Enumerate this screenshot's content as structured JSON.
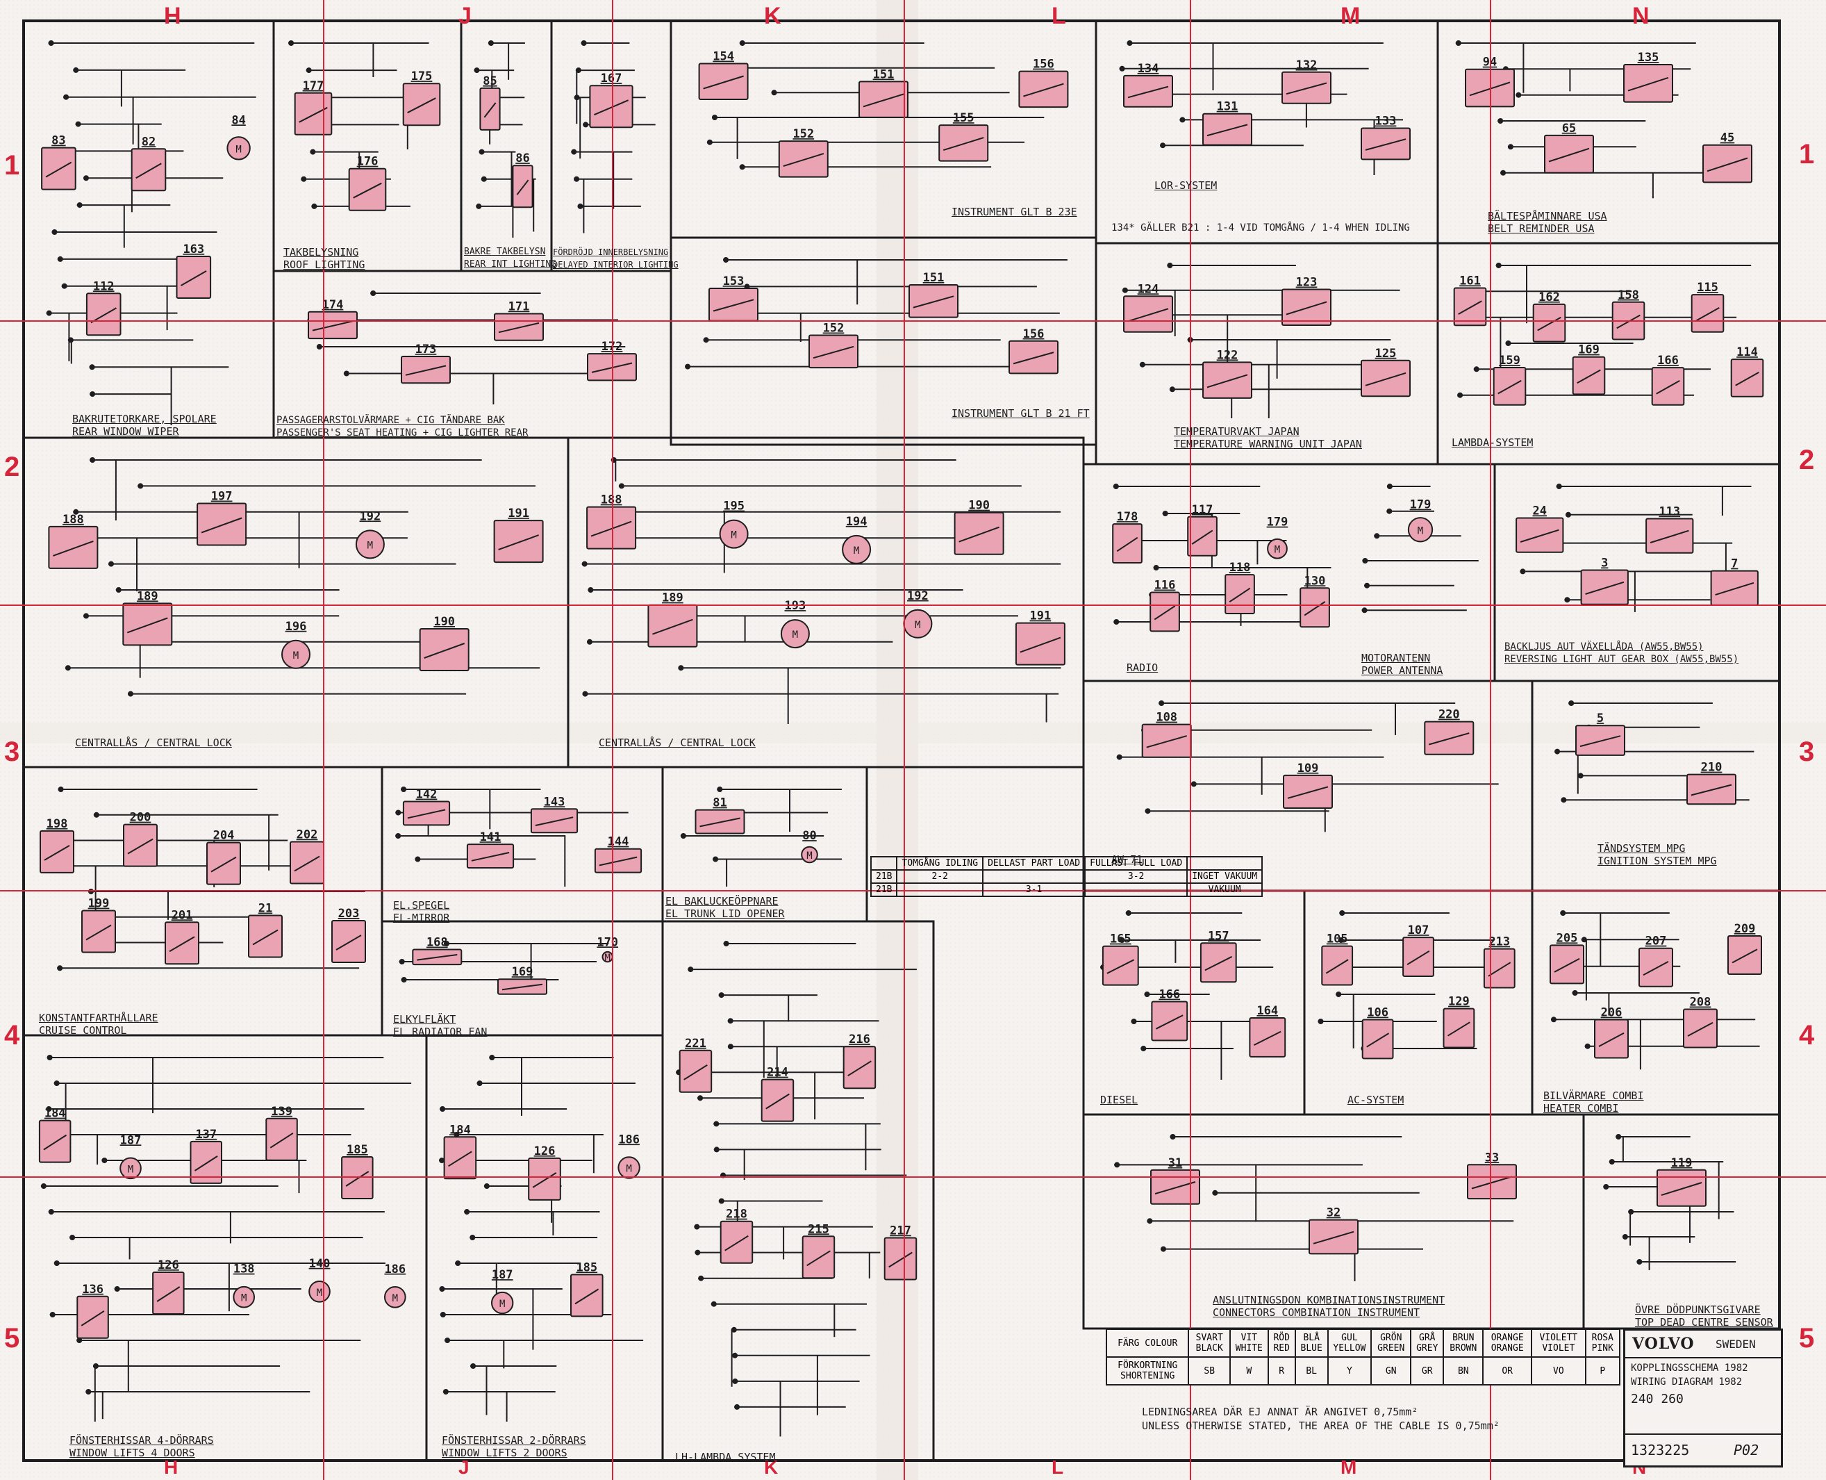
{
  "grid": {
    "columns": [
      "H",
      "J",
      "K",
      "L",
      "M",
      "N"
    ],
    "bottom_columns": [
      "H",
      "J",
      "K",
      "L",
      "M",
      "N"
    ],
    "rows": [
      "1",
      "2",
      "3",
      "4",
      "5"
    ],
    "grid_color": "#d6243a",
    "component_color": "#e9a3b2",
    "line_color": "#1e1e20"
  },
  "sections": [
    {
      "id": "rear-wiper",
      "lines": [
        "BAKRUTETORKARE, SPOLARE",
        "REAR WINDOW WIPER"
      ],
      "components": [
        "83",
        "112",
        "82",
        "163",
        "84"
      ]
    },
    {
      "id": "roof-lighting",
      "lines": [
        "TAKBELYSNING",
        "ROOF LIGHTING"
      ],
      "components": [
        "177",
        "176",
        "175"
      ]
    },
    {
      "id": "rear-int-lighting",
      "lines": [
        "BAKRE TAKBELYSN",
        "REAR INT LIGHTING"
      ],
      "components": [
        "85",
        "86"
      ]
    },
    {
      "id": "delayed-interior",
      "lines": [
        "FÖRDRÖJD INNERBELYSNING",
        "DELAYED INTERIOR LIGHTING"
      ],
      "components": [
        "167"
      ]
    },
    {
      "id": "instrument-b23e",
      "lines": [
        "INSTRUMENT GLT B 23E"
      ],
      "components": [
        "154",
        "152",
        "151",
        "155",
        "156"
      ]
    },
    {
      "id": "instrument-b21ft",
      "lines": [
        "INSTRUMENT GLT B 21 FT"
      ],
      "components": [
        "153",
        "152",
        "151",
        "156"
      ]
    },
    {
      "id": "lor-system",
      "lines": [
        "LOR-SYSTEM"
      ],
      "components": [
        "134",
        "131",
        "132",
        "133"
      ]
    },
    {
      "id": "belt-reminder",
      "lines": [
        "BÄLTESPÅMINNARE USA",
        "BELT REMINDER USA"
      ],
      "components": [
        "94",
        "65",
        "135",
        "45"
      ]
    },
    {
      "id": "seat-heating",
      "lines": [
        "PASSAGERARSTOLVÄRMARE + CIG TÄNDARE BAK",
        "PASSENGER'S SEAT HEATING + CIG LIGHTER REAR"
      ],
      "components": [
        "174",
        "173",
        "171",
        "172"
      ]
    },
    {
      "id": "temp-warning",
      "lines": [
        "TEMPERATURVAKT JAPAN",
        "TEMPERATURE WARNING UNIT JAPAN"
      ],
      "components": [
        "124",
        "122",
        "123",
        "125"
      ]
    },
    {
      "id": "lambda-system",
      "lines": [
        "LAMBDA-SYSTEM"
      ],
      "components": [
        "161",
        "159",
        "162",
        "169",
        "158",
        "166",
        "115",
        "114"
      ]
    },
    {
      "id": "central-lock-a",
      "lines": [
        "CENTRALLÅS / CENTRAL LOCK"
      ],
      "components": [
        "188",
        "189",
        "197",
        "196",
        "192",
        "190",
        "191"
      ]
    },
    {
      "id": "central-lock-b",
      "lines": [
        "CENTRALLÅS / CENTRAL LOCK"
      ],
      "components": [
        "188",
        "189",
        "195",
        "193",
        "194",
        "192",
        "190",
        "191"
      ]
    },
    {
      "id": "radio",
      "lines": [
        "RADIO"
      ],
      "components": [
        "178",
        "116",
        "117",
        "118",
        "179",
        "130"
      ]
    },
    {
      "id": "power-antenna",
      "lines": [
        "MOTORANTENN",
        "POWER ANTENNA"
      ],
      "components": [
        "179"
      ]
    },
    {
      "id": "reversing-light",
      "lines": [
        "BACKLJUS AUT VÄXELLÅDA (AW55,BW55)",
        "REVERSING LIGHT AUT GEAR BOX (AW55,BW55)"
      ],
      "components": [
        "24",
        "3",
        "113",
        "7"
      ]
    },
    {
      "id": "aw71",
      "lines": [
        "AW 71"
      ],
      "components": [
        "108",
        "109",
        "220"
      ]
    },
    {
      "id": "ignition-mpg",
      "lines": [
        "TÄNDSYSTEM MPG",
        "IGNITION SYSTEM MPG"
      ],
      "components": [
        "5",
        "210"
      ]
    },
    {
      "id": "cruise-control",
      "lines": [
        "KONSTANTFARTHÅLLARE",
        "CRUISE CONTROL"
      ],
      "components": [
        "198",
        "199",
        "200",
        "201",
        "204",
        "21",
        "202",
        "203"
      ]
    },
    {
      "id": "el-mirror",
      "lines": [
        "EL.SPEGEL",
        "EL-MIRROR"
      ],
      "components": [
        "142",
        "141",
        "143",
        "144"
      ]
    },
    {
      "id": "trunk-lid",
      "lines": [
        "EL BAKLUCKEÖPPNARE",
        "EL TRUNK LID OPENER"
      ],
      "components": [
        "81",
        "80"
      ]
    },
    {
      "id": "radiator-fan",
      "lines": [
        "ELKYLFLÄKT",
        "EL RADIATOR FAN"
      ],
      "components": [
        "168",
        "169",
        "170"
      ]
    },
    {
      "id": "diesel",
      "lines": [
        "DIESEL"
      ],
      "components": [
        "165",
        "166",
        "157",
        "164"
      ]
    },
    {
      "id": "ac-system",
      "lines": [
        "AC-SYSTEM"
      ],
      "components": [
        "105",
        "106",
        "107",
        "129",
        "213"
      ]
    },
    {
      "id": "heater-combi",
      "lines": [
        "BILVÄRMARE COMBI",
        "HEATER COMBI"
      ],
      "components": [
        "205",
        "206",
        "207",
        "208",
        "209"
      ]
    },
    {
      "id": "window-lifts-4",
      "lines": [
        "FÖNSTERHISSAR 4-DÖRRARS",
        "WINDOW LIFTS 4 DOORS"
      ],
      "components": [
        "184",
        "136",
        "187",
        "126",
        "137",
        "138",
        "139",
        "140",
        "185",
        "186"
      ]
    },
    {
      "id": "window-lifts-2",
      "lines": [
        "FÖNSTERHISSAR 2-DÖRRARS",
        "WINDOW LIFTS 2 DOORS"
      ],
      "components": [
        "184",
        "187",
        "126",
        "185",
        "186"
      ]
    },
    {
      "id": "lh-lambda",
      "lines": [
        "LH-LAMBDA SYSTEM"
      ],
      "components": [
        "221",
        "218",
        "214",
        "215",
        "216",
        "217"
      ]
    },
    {
      "id": "combi-connectors",
      "lines": [
        "ANSLUTNINGSDON KOMBINATIONSINSTRUMENT",
        "CONNECTORS COMBINATION INSTRUMENT"
      ],
      "components": [
        "31",
        "32",
        "33"
      ]
    },
    {
      "id": "tdc-sensor",
      "lines": [
        "ÖVRE DÖDPUNKTSGIVARE",
        "TOP DEAD CENTRE SENSOR"
      ],
      "components": [
        "119"
      ]
    }
  ],
  "load_table": {
    "header": [
      "",
      "TOMGÅNG IDLING",
      "DELLAST PART LOAD",
      "FULLAST FULL LOAD",
      ""
    ],
    "rows": [
      [
        "21B",
        "2-2",
        "",
        "3-2",
        "INGET VAKUUM"
      ],
      [
        "21B",
        "",
        "3-1",
        "",
        "VAKUUM"
      ]
    ]
  },
  "notes": {
    "b21_note": "134* GÄLLER B21 : 1-4 VID TOMGÅNG / 1-4 WHEN IDLING",
    "area_se": "LEDNINGSAREA DÄR EJ ANNAT ÄR ANGIVET 0,75mm²",
    "area_en": "UNLESS OTHERWISE STATED, THE AREA OF THE CABLE IS 0,75mm²"
  },
  "colour_legend": {
    "row1": [
      "FÄRG COLOUR",
      "SVART BLACK",
      "VIT WHITE",
      "RÖD RED",
      "BLÅ BLUE",
      "GUL YELLOW",
      "GRÖN GREEN",
      "GRÅ GREY",
      "BRUN BROWN",
      "ORANGE ORANGE",
      "VIOLETT VIOLET",
      "ROSA PINK"
    ],
    "row2": [
      "FÖRKORTNING SHORTENING",
      "SB",
      "W",
      "R",
      "BL",
      "Y",
      "GN",
      "GR",
      "BN",
      "OR",
      "VO",
      "P"
    ]
  },
  "title_block": {
    "brand": "VOLVO",
    "country": "SWEDEN",
    "line1": "KOPPLINGSSCHEMA 1982",
    "line2": "WIRING DIAGRAM 1982",
    "models": "240 260",
    "part_no": "1323225",
    "sheet": "P02"
  }
}
